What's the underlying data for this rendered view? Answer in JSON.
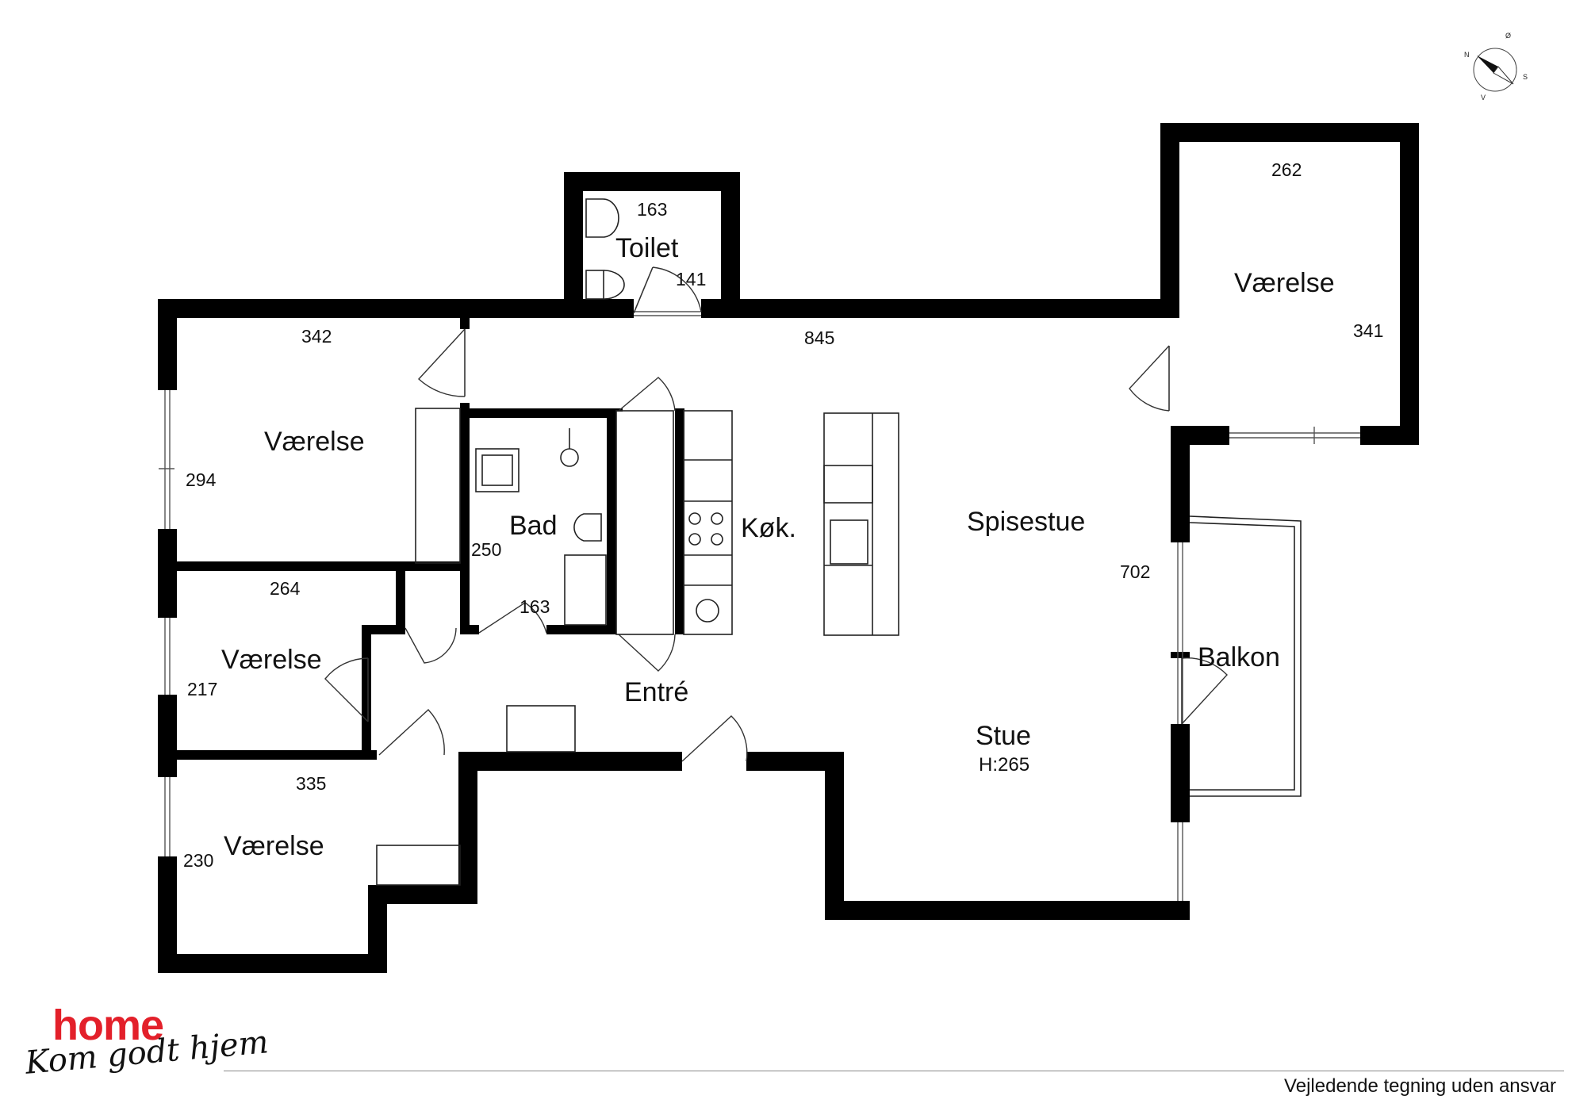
{
  "rooms": {
    "toilet": {
      "label": "Toilet",
      "dim_a": "163",
      "dim_b": "141"
    },
    "bedroom_ne": {
      "label": "Værelse",
      "dim_a": "262",
      "dim_b": "341"
    },
    "bedroom_w1": {
      "label": "Værelse",
      "dim_a": "342",
      "dim_b": "294"
    },
    "bedroom_w2": {
      "label": "Værelse",
      "dim_a": "264",
      "dim_b": "217"
    },
    "bedroom_w3": {
      "label": "Værelse",
      "dim_a": "335",
      "dim_b": "230"
    },
    "bath": {
      "label": "Bad",
      "dim_a": "250",
      "dim_b": "163"
    },
    "kitchen": {
      "label": "Køk."
    },
    "dining": {
      "label": "Spisestue",
      "dim_a": "845",
      "dim_b": "702"
    },
    "balcony": {
      "label": "Balkon"
    },
    "entry": {
      "label": "Entré"
    },
    "living": {
      "label": "Stue",
      "height": "H:265"
    }
  },
  "compass": {
    "n": "N",
    "e": "Ø",
    "s": "S",
    "w": "V"
  },
  "brand": {
    "name": "home",
    "slogan": "Kom godt hjem",
    "brand_color": "#e3202a"
  },
  "footer": {
    "disclaimer": "Vejledende tegning uden ansvar"
  }
}
